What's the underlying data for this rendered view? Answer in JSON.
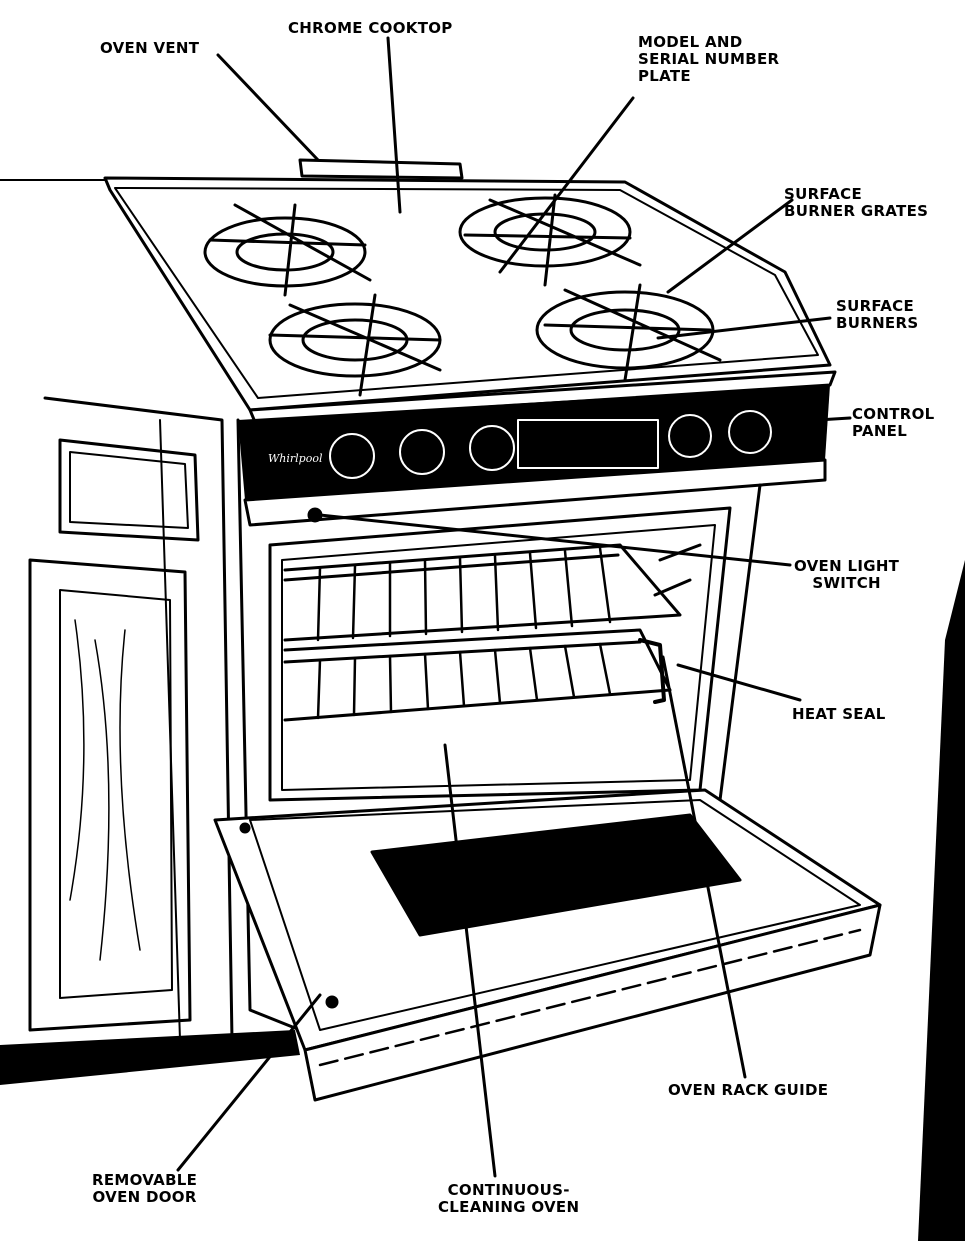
{
  "labels": {
    "oven_vent": "OVEN VENT",
    "chrome_cooktop": "CHROME COOKTOP",
    "model_serial": [
      "MODEL AND",
      "SERIAL NUMBER",
      "PLATE"
    ],
    "surface_burner_grates": [
      "SURFACE",
      "BURNER GRATES"
    ],
    "surface_burners": [
      "SURFACE",
      "BURNERS"
    ],
    "control_panel": [
      "CONTROL",
      "PANEL"
    ],
    "oven_light_switch": [
      "OVEN LIGHT",
      "SWITCH"
    ],
    "heat_seal": "HEAT SEAL",
    "oven_rack_guide": "OVEN RACK GUIDE",
    "removable_oven_door": [
      "REMOVABLE",
      "OVEN DOOR"
    ],
    "continuous_cleaning_oven": [
      "CONTINUOUS-",
      "CLEANING OVEN"
    ]
  },
  "logo_text": "Whirlpool",
  "colors": {
    "ink": "#000000",
    "paper": "#ffffff"
  }
}
